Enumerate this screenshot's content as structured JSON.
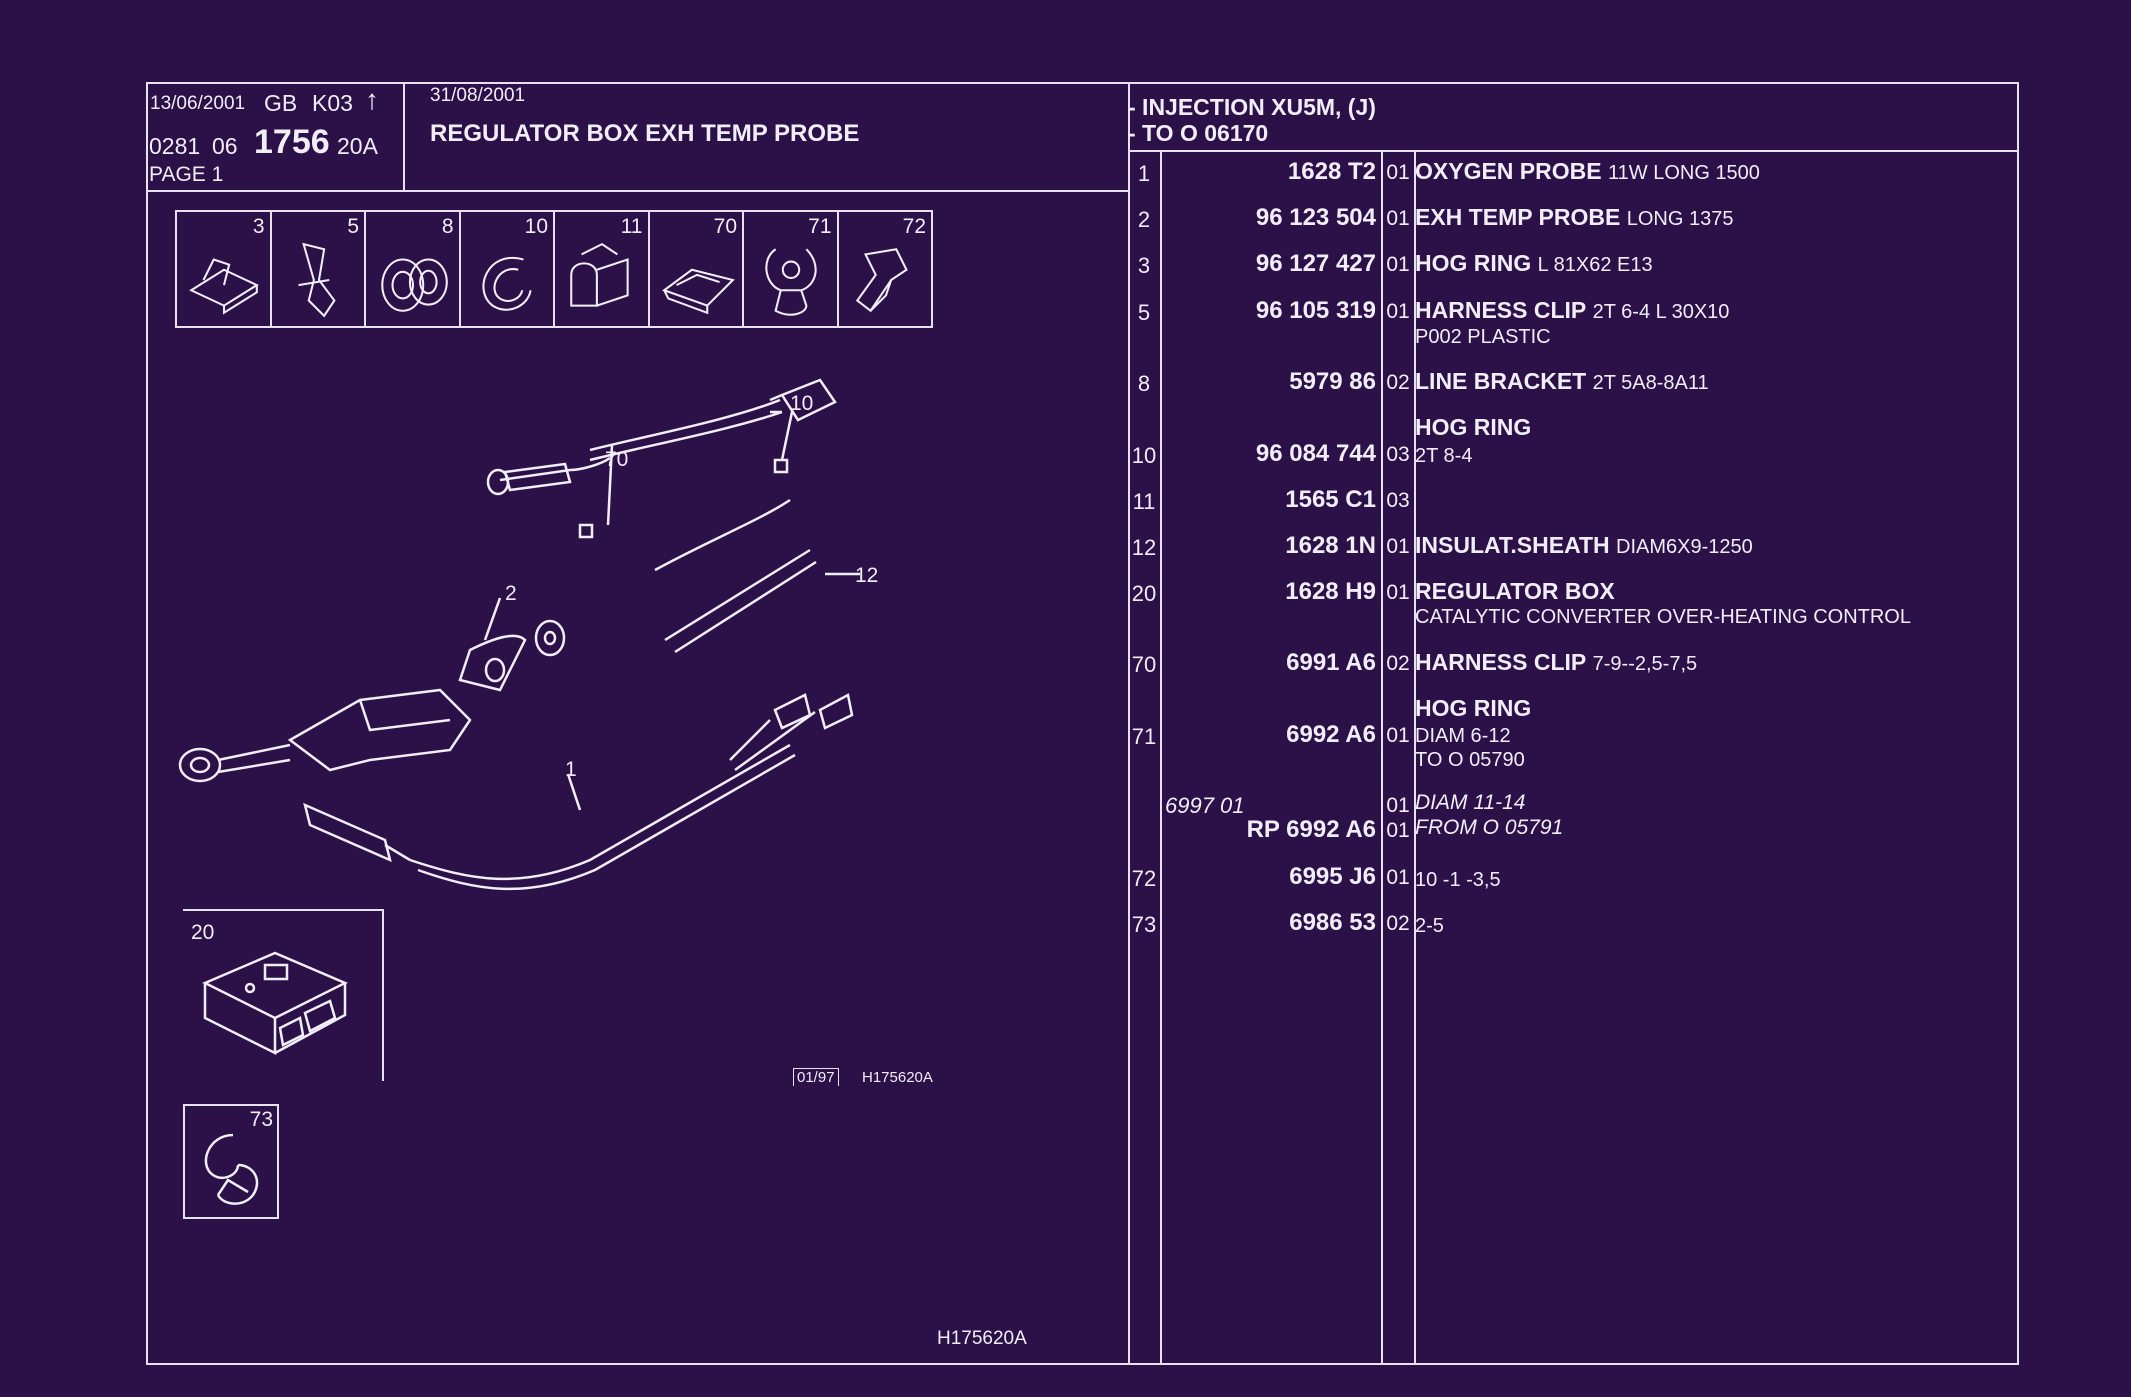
{
  "header": {
    "date1": "13/06/2001",
    "lang": "GB",
    "code": "K03",
    "arrow": "↑",
    "num_a": "0281",
    "num_b": "06",
    "num_main": "1756",
    "num_suffix": "20A",
    "page": "PAGE 1",
    "date2": "31/08/2001",
    "title": "REGULATOR BOX EXH TEMP PROBE",
    "app_line1": "- INJECTION XU5M, (J)",
    "app_line2": "- TO  O   06170"
  },
  "thumbnails": [
    "3",
    "5",
    "8",
    "10",
    "11",
    "70",
    "71",
    "72"
  ],
  "diagram": {
    "callouts": [
      "10",
      "70",
      "2",
      "12",
      "1",
      "20",
      "73"
    ],
    "stamp": "01/97",
    "code_small": "H175620A",
    "code_bottom": "H175620A"
  },
  "parts": [
    {
      "no": "1",
      "ref": "1628 T2",
      "qty": "01",
      "name": "OXYGEN PROBE",
      "detail": "11W LONG 1500"
    },
    {
      "no": "2",
      "ref": "96 123 504",
      "qty": "01",
      "name": "EXH TEMP PROBE",
      "detail": "LONG 1375"
    },
    {
      "no": "3",
      "ref": "96 127 427",
      "qty": "01",
      "name": "HOG RING",
      "detail": "L 81X62 E13"
    },
    {
      "no": "5",
      "ref": "96 105 319",
      "qty": "01",
      "name": "HARNESS CLIP",
      "detail": "2T 6-4 L 30X10",
      "detail2": "P002 PLASTIC"
    },
    {
      "no": "8",
      "ref": "5979 86",
      "qty": "02",
      "name": "LINE BRACKET",
      "detail": "2T 5A8-8A11"
    },
    {
      "no": "10",
      "ref": "96 084 744",
      "qty": "03",
      "name": "HOG RING",
      "detail": "2T 8-4"
    },
    {
      "no": "11",
      "ref": "1565 C1",
      "qty": "03"
    },
    {
      "no": "12",
      "ref": "1628 1N",
      "qty": "01",
      "name": "INSULAT.SHEATH",
      "detail": "DIAM6X9-1250"
    },
    {
      "no": "20",
      "ref": "1628 H9",
      "qty": "01",
      "name": "REGULATOR BOX",
      "detail": "CATALYTIC CONVERTER OVER-HEATING CONTROL"
    },
    {
      "no": "70",
      "ref": "6991 A6",
      "qty": "02",
      "name": "HARNESS CLIP",
      "detail": "7-9--2,5-7,5"
    },
    {
      "no": "71",
      "ref": "6992 A6",
      "qty": "01",
      "name": "HOG RING",
      "detail": "DIAM 6-12",
      "detail2": "TO  O  05790"
    },
    {
      "no": "",
      "ref_alt": "6997 01",
      "ref": "RP  6992 A6",
      "qty": "01",
      "qty2": "01",
      "detail": "DIAM 11-14",
      "detail2": "FROM  O  05791"
    },
    {
      "no": "72",
      "ref": "6995 J6",
      "qty": "01",
      "detail": "10 -1 -3,5"
    },
    {
      "no": "73",
      "ref": "6986 53",
      "qty": "02",
      "detail": "2-5"
    }
  ]
}
